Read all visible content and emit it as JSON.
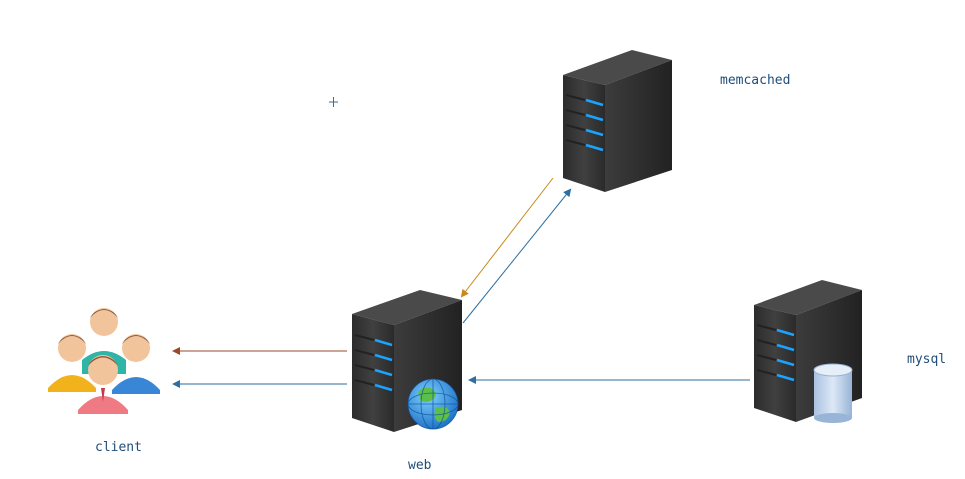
{
  "nodes": {
    "memcached": {
      "label": "memcached",
      "icon": "server-icon"
    },
    "web": {
      "label": "web",
      "icon": "server-icon",
      "badge_icon": "globe-icon"
    },
    "mysql": {
      "label": "mysql",
      "icon": "server-icon",
      "badge_icon": "database-icon"
    },
    "client": {
      "label": "client",
      "icon": "users-group-icon"
    }
  },
  "edges": [
    {
      "from": "memcached",
      "to": "web",
      "color": "#c8891a"
    },
    {
      "from": "web",
      "to": "memcached",
      "color": "#2e6ea0"
    },
    {
      "from": "web",
      "to": "client",
      "color": "#9a4a2a"
    },
    {
      "from": "web",
      "to": "client",
      "color": "#2e6ea0"
    },
    {
      "from": "mysql",
      "to": "web",
      "color": "#2e6ea0"
    }
  ],
  "colors": {
    "server_body": "#3a3a3a",
    "server_top": "#2a2a2a",
    "server_light": "#1aa3ff",
    "label_text": "#1f4e79"
  }
}
